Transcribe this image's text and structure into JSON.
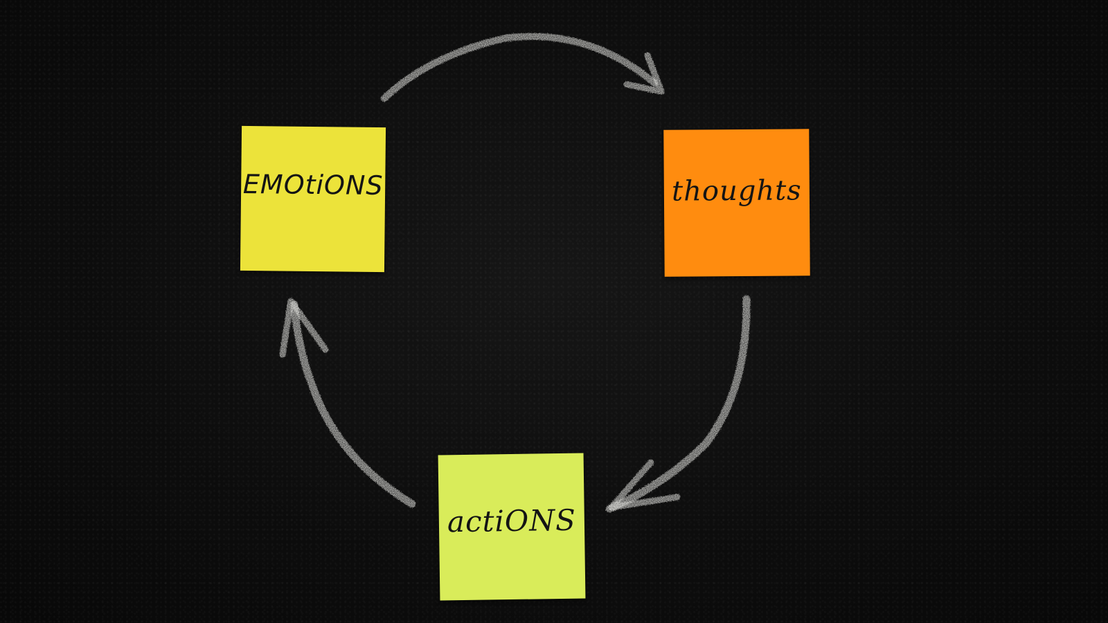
{
  "notes": {
    "emotions": {
      "label": "EMOtiONS",
      "color": "#ece33a"
    },
    "thoughts": {
      "label": "thoughts",
      "color": "#ff8c0f"
    },
    "actions": {
      "label": "actiONS",
      "color": "#d9ec5a"
    }
  },
  "colors": {
    "board": "#0e0e0e",
    "chalk": "#e8e8e4"
  },
  "icons": [
    "chalk-arrow-icon"
  ]
}
